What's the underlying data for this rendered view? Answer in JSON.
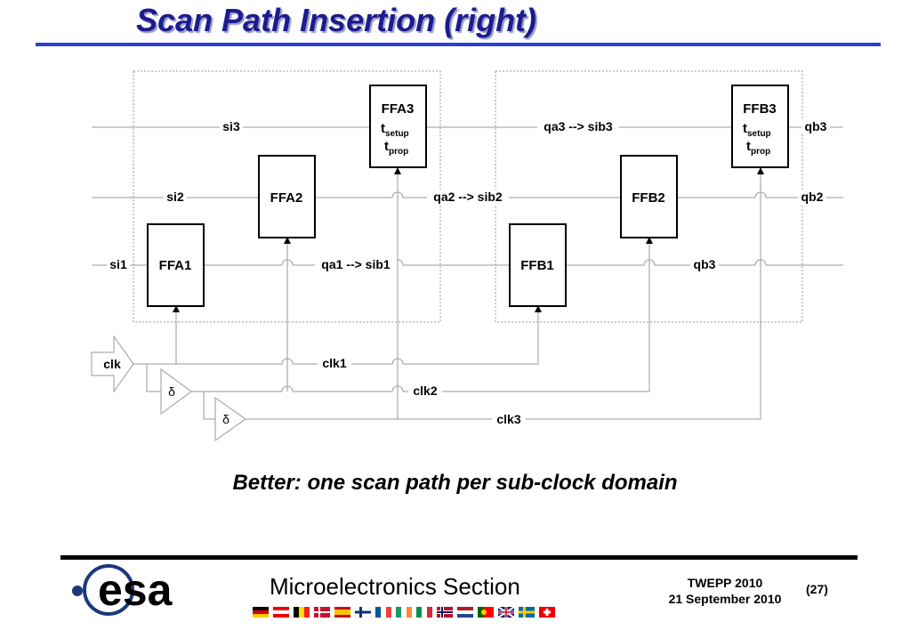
{
  "title": "Scan Path Insertion (right)",
  "caption": "Better: one scan path per sub-clock domain",
  "diagram": {
    "signals": {
      "si1": "si1",
      "si2": "si2",
      "si3": "si3",
      "qa1_sib1": "qa1 --> sib1",
      "qa2_sib2": "qa2 --> sib2",
      "qa3_sib3": "qa3 --> sib3",
      "qb3_row1": "qb3",
      "qb2": "qb2",
      "qb3_row3": "qb3"
    },
    "flipflops": {
      "ffa1": "FFA1",
      "ffa2": "FFA2",
      "ffa3": "FFA3",
      "ffb1": "FFB1",
      "ffb2": "FFB2",
      "ffb3": "FFB3"
    },
    "timing": {
      "t": "t",
      "setup": "setup",
      "prop": "prop"
    },
    "clocks": {
      "input": "clk",
      "clk1": "clk1",
      "clk2": "clk2",
      "clk3": "clk3",
      "delay_symbol": "δ"
    }
  },
  "footer": {
    "logo_text": "esa",
    "section": "Microelectronics Section",
    "event": "TWEPP 2010",
    "date": "21 September 2010",
    "page": "(27)"
  },
  "colors": {
    "title": "#1c1c8f",
    "title_rule": "#2b3fd6",
    "logo": "#1a3a7a",
    "wire": "#999999"
  }
}
